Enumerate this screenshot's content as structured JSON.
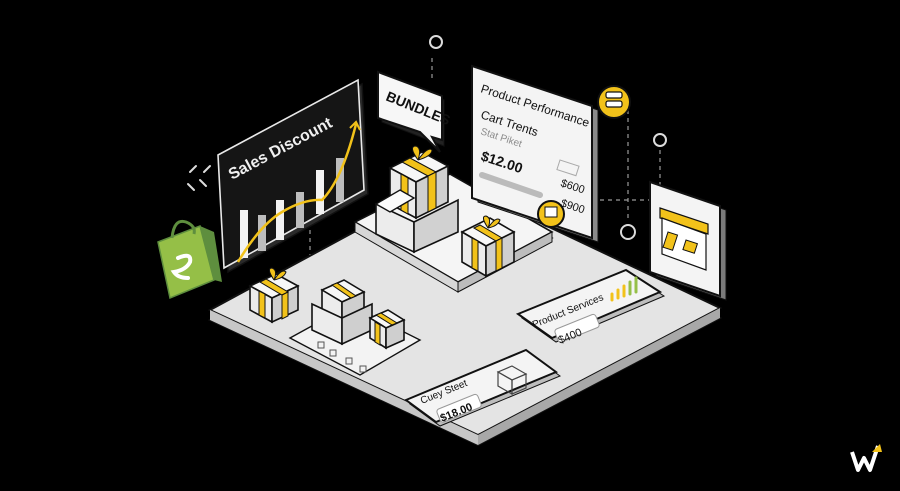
{
  "sales_card": {
    "title": "Sales Discount"
  },
  "bundles_bubble": {
    "label": "BUNDLES"
  },
  "performance_card": {
    "title": "Product Performance",
    "subtitle": "Cart Trents",
    "faded_text": "Stat Piket",
    "price_main": "$12.00",
    "value_1": "$600",
    "value_2": "$900"
  },
  "product_card": {
    "title": "Product Services",
    "price": "$400"
  },
  "street_card": {
    "title": "Cuey Steet",
    "price": "$18.00"
  },
  "colors": {
    "accent": "#f2c21a",
    "brand_green": "#95bf47",
    "background": "#000000"
  },
  "icons": [
    "shopify-bag-icon",
    "storefront-icon",
    "coin-icon",
    "gift-box-icon",
    "w-logo-icon",
    "sparkle-icon"
  ]
}
